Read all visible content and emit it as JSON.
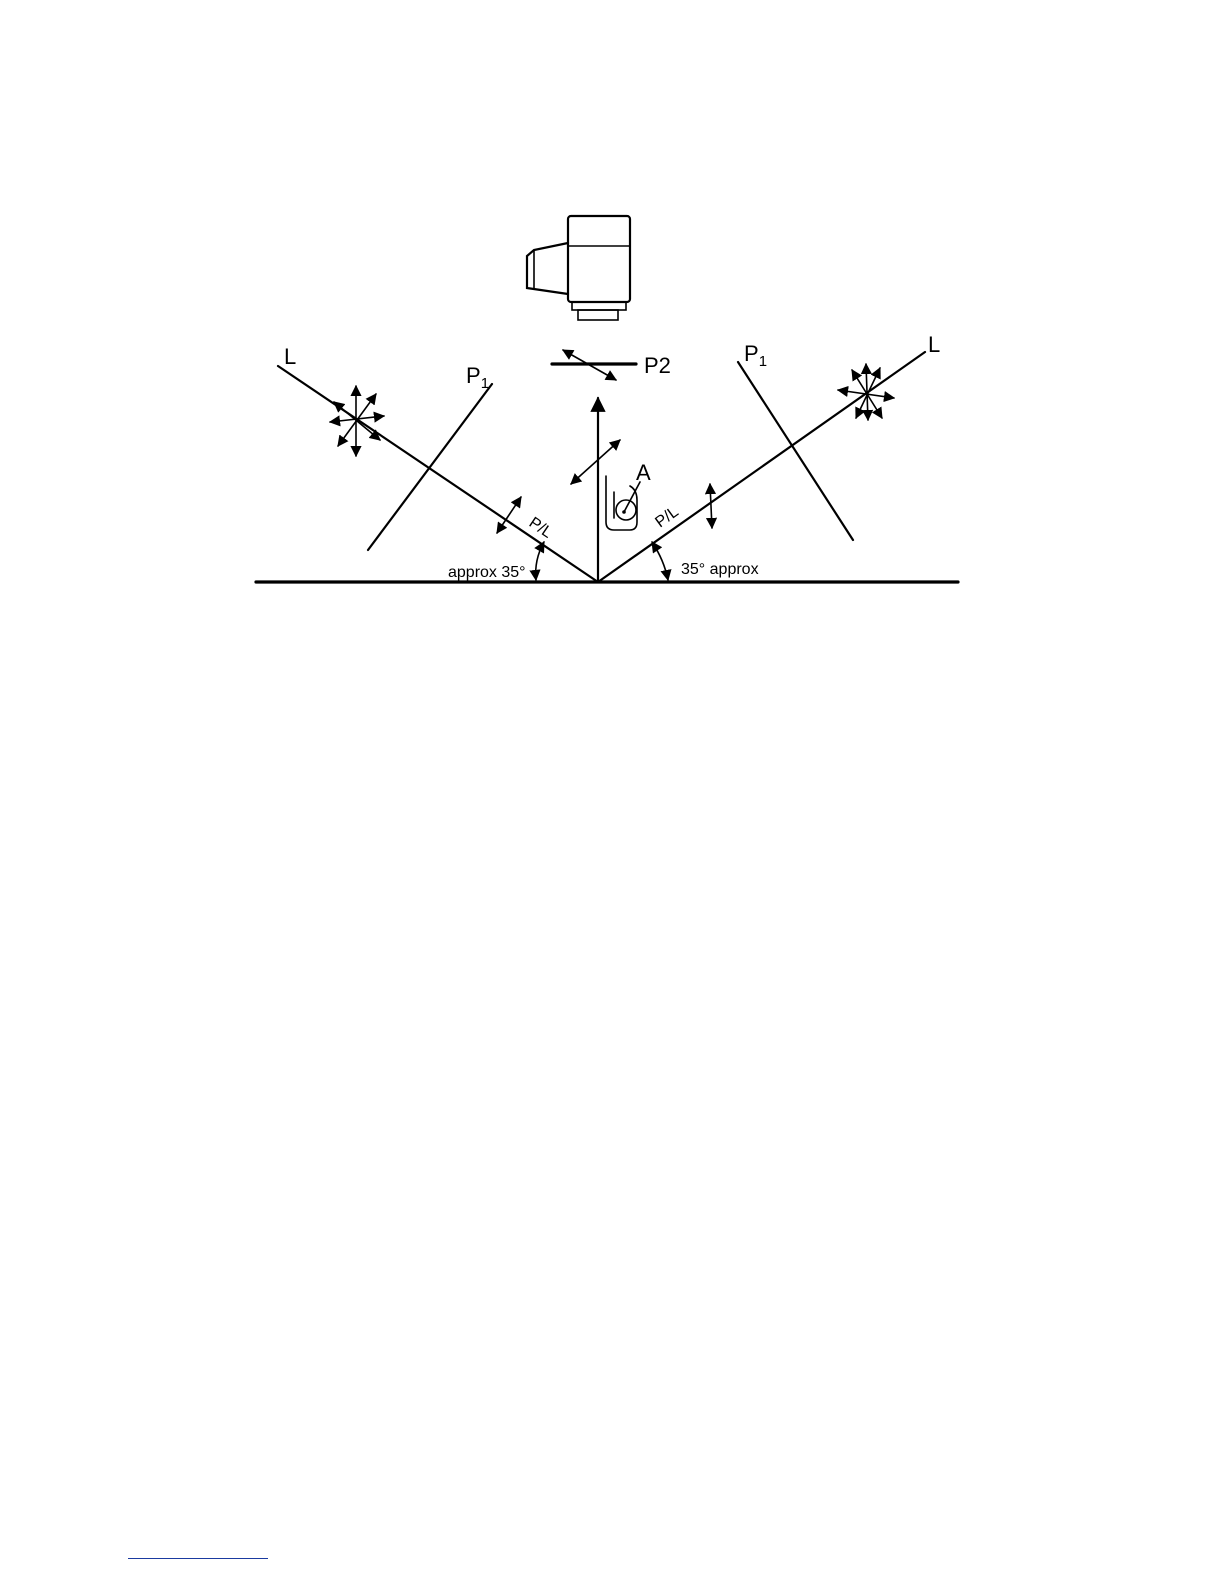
{
  "labels": {
    "lamp_left": "L",
    "lamp_right": "L",
    "polarizer_left": "P",
    "polarizer_left_sub": "1",
    "polarizer_right": "P",
    "polarizer_right_sub": "1",
    "analyzer": "P2",
    "object": "A",
    "pl_left": "P/L",
    "pl_right": "P/L",
    "angle_left": "approx 35°",
    "angle_right": "35° approx"
  },
  "colors": {
    "ink": "#000000",
    "footer_rule": "#1a3aa0"
  }
}
